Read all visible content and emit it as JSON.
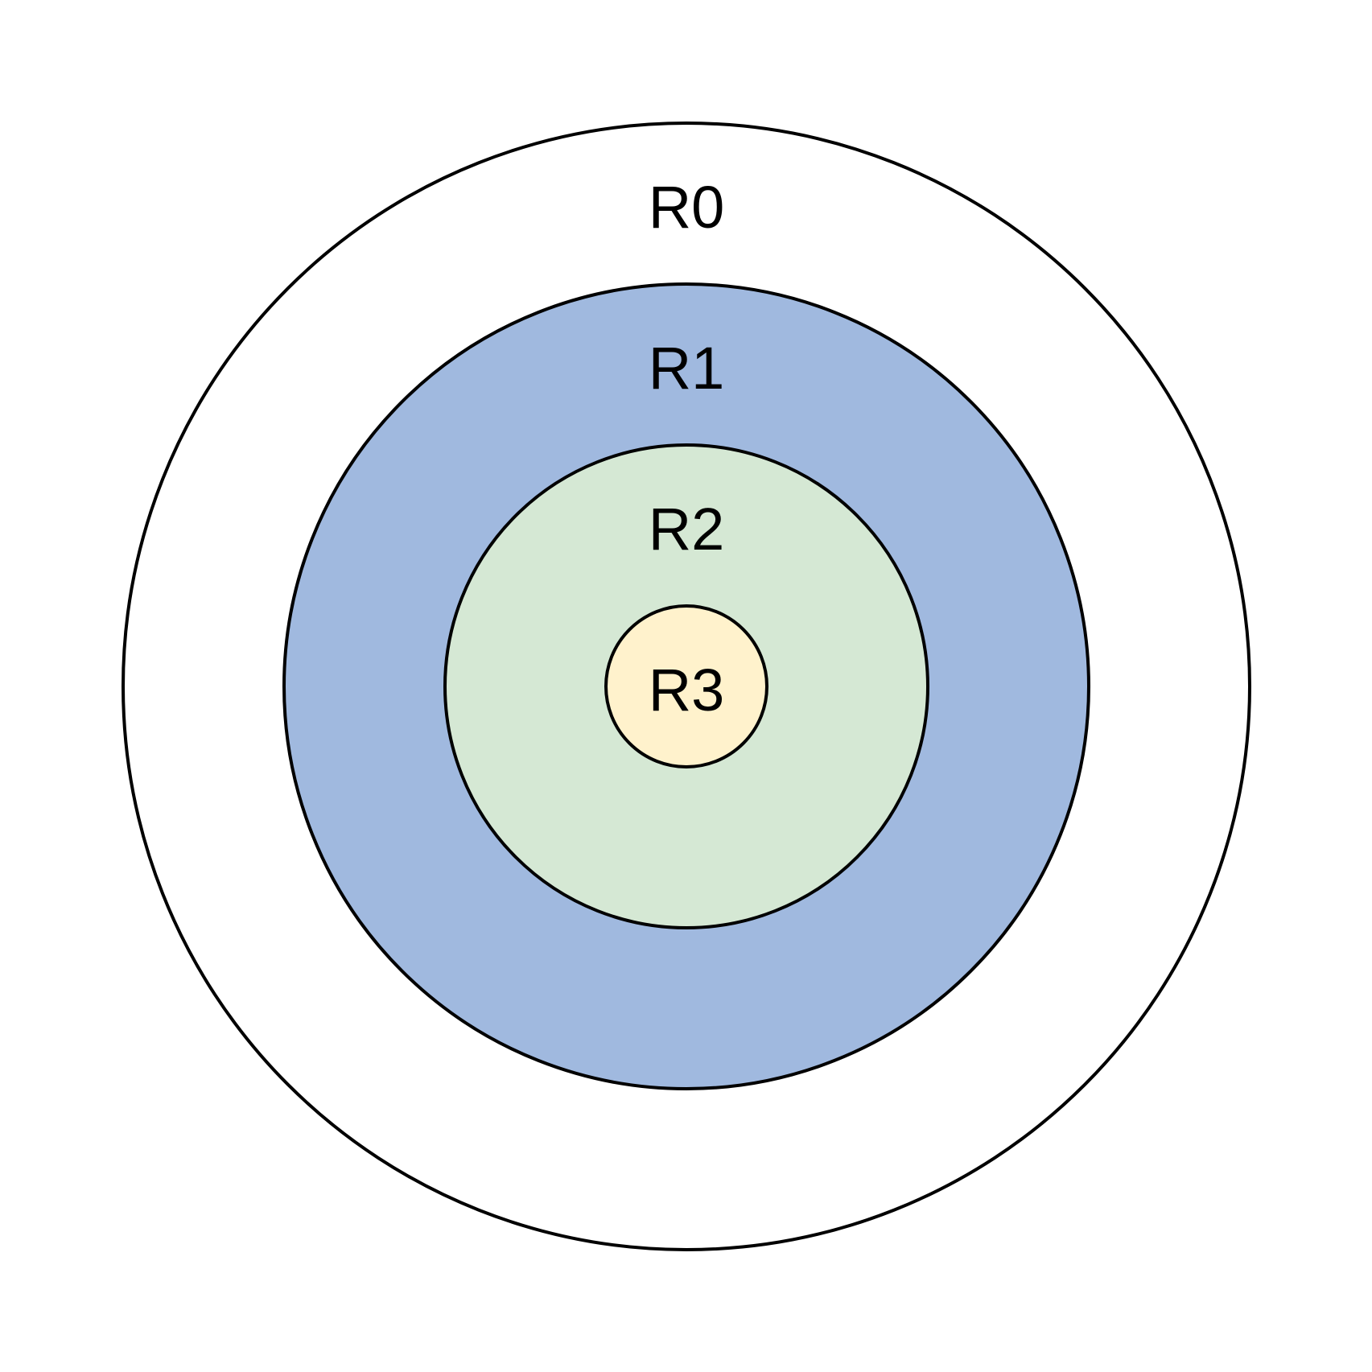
{
  "diagram": {
    "rings": [
      {
        "label": "R0",
        "fill": "#ffffff"
      },
      {
        "label": "R1",
        "fill": "#a0b9df"
      },
      {
        "label": "R2",
        "fill": "#d5e8d4"
      },
      {
        "label": "R3",
        "fill": "#fff2cc"
      }
    ],
    "stroke_color": "#000000"
  }
}
